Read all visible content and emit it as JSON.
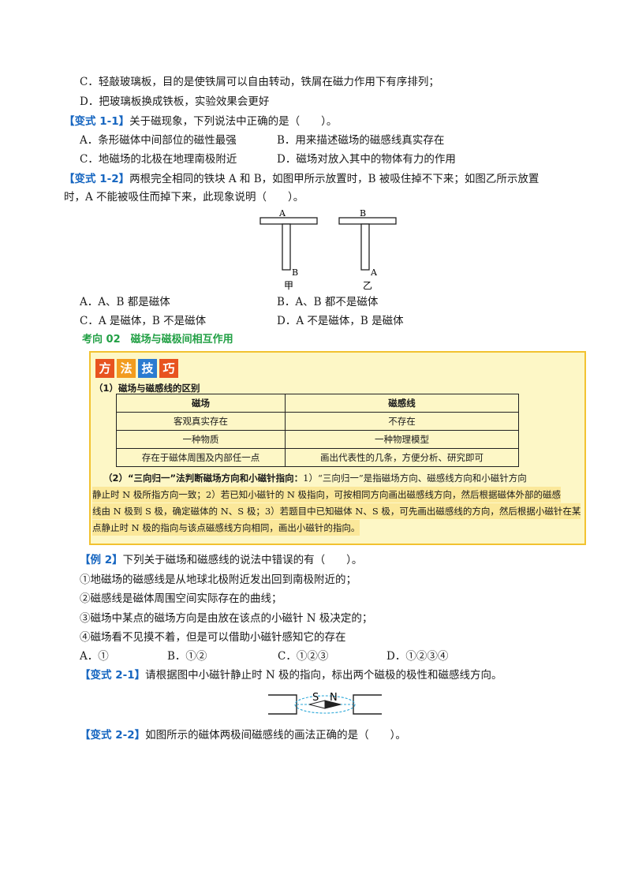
{
  "options_top": {
    "C": "C．轻敲玻璃板，目的是使铁屑可以自由转动，铁屑在磁力作用下有序排列；",
    "D": "D．把玻璃板换成铁板，实验效果会更好"
  },
  "v1_1": {
    "tag": "【变式 1-1】",
    "question": "关于磁现象，下列说法中正确的是（　　）。",
    "A": "A．条形磁体中间部位的磁性最强",
    "B": "B．用来描述磁场的磁感线真实存在",
    "C": "C．地磁场的北极在地理南极附近",
    "D": "D．磁场对放入其中的物体有力的作用"
  },
  "v1_2": {
    "tag": "【变式 1-2】",
    "question_line1": "两根完全相同的铁块 A 和 B，如图甲所示放置时，B 被吸住掉不下来；如图乙所示放置",
    "question_line2": "时，A 不能被吸住而掉下来，此现象说明（　　）。",
    "fig_jia": {
      "top_label": "A",
      "bottom_label": "B",
      "caption": "甲"
    },
    "fig_yi": {
      "top_label": "B",
      "bottom_label": "A",
      "caption": "乙"
    },
    "A": "A．A、B 都是磁体",
    "B": "B．A、B 都不是磁体",
    "C": "C．A 是磁体，B 不是磁体",
    "D": "D．A 不是磁体，B 是磁体"
  },
  "section": {
    "title": "考向 02　磁场与磁极间相互作用"
  },
  "method_box": {
    "badges": [
      "方",
      "法",
      "技",
      "巧"
    ],
    "badge_colors": [
      "#e8531f",
      "#f29c1f",
      "#2b7bd1",
      "#e8531f"
    ],
    "item1_title": "（1）磁场与磁感线的区别",
    "table": {
      "headers": [
        "磁场",
        "磁感线"
      ],
      "rows": [
        [
          "客观真实存在",
          "不存在"
        ],
        [
          "一种物质",
          "一种物理模型"
        ],
        [
          "存在于磁体周围及内部任一点",
          "画出代表性的几条，方便分析、研究即可"
        ]
      ]
    },
    "item2_title": "（2）“三向归一”法判断磁场方向和小磁针指向：",
    "item2_line1": "1）“三向归一”是指磁场方向、磁感线方向和小磁针方向",
    "item2_line2": "静止时 N 极所指方向一致；2）若已知小磁针的 N 极指向，可按相同方向画出磁感线方向，然后根据磁体外部的磁感",
    "item2_line3": "线由 N 极到 S 极，确定磁体的 N、S 极；3）若题目中已知磁体 N、S 极，可先画出磁感线的方向，然后根据小磁针在某",
    "item2_line4": "点静止时 N 极的指向与该点磁感线方向相同，画出小磁针的指向。"
  },
  "ex2": {
    "tag": "【例 2】",
    "question": "下列关于磁场和磁感线的说法中错误的有（　　）。",
    "s1": "①地磁场的磁感线是从地球北极附近发出回到南极附近的；",
    "s2": "②磁感线是磁体周围空间实际存在的曲线；",
    "s3": "③磁场中某点的磁场方向是由放在该点的小磁针 N 极决定的；",
    "s4": "④磁场看不见摸不着，但是可以借助小磁针感知它的存在",
    "A": "A．①",
    "B": "B．①②",
    "C": "C．①②③",
    "D": "D．①②③④"
  },
  "v2_1": {
    "tag": "【变式 2-1】",
    "question": "请根据图中小磁针静止时 N 极的指向，标出两个磁极的极性和磁感线方向。",
    "needle_s": "S",
    "needle_n": "N"
  },
  "v2_2": {
    "tag": "【变式 2-2】",
    "question": "如图所示的磁体两极间磁感线的画法正确的是（　　）。"
  }
}
